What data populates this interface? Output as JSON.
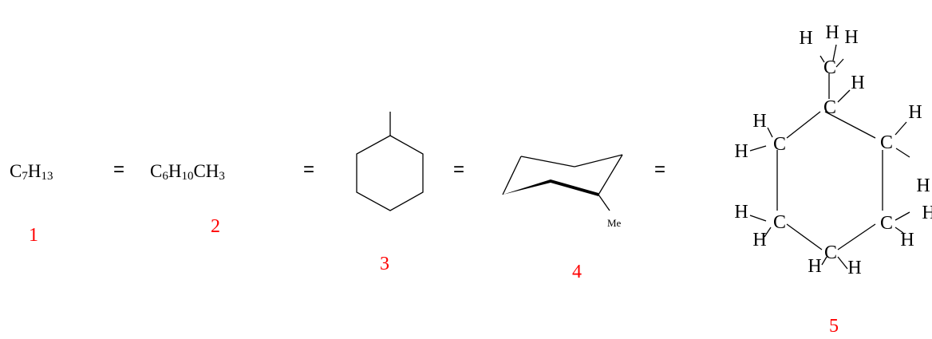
{
  "formulas": {
    "f1": {
      "el1": "C",
      "sub1": "7",
      "el2": "H",
      "sub2": "13"
    },
    "f2": {
      "el1": "C",
      "sub1": "6",
      "el2": "H",
      "sub2": "10",
      "el3": "CH",
      "sub3": "3"
    }
  },
  "equals_sign": "=",
  "labels": [
    "1",
    "2",
    "3",
    "4",
    "5"
  ],
  "label_color": "#ff0000",
  "chair_substituent": "Me",
  "atoms": {
    "carbon": "C",
    "hydrogen": "H"
  }
}
